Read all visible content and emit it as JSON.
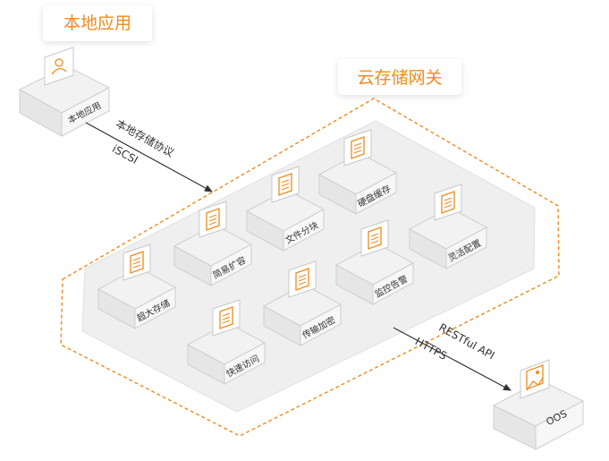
{
  "labels": {
    "local_app_title": "本地应用",
    "local_app_box": "本地应用",
    "gateway_title": "云存储网关",
    "protocol_line1": "本地存储协议",
    "protocol_line2": "iSCSI",
    "api_line1": "RESTful API",
    "api_line2": "HTTPS",
    "oos_box": "OOS"
  },
  "features": [
    "超大存储",
    "简易扩容",
    "文件分块",
    "硬盘缓存",
    "快速访问",
    "传输加密",
    "监控告警",
    "灵活配置"
  ],
  "colors": {
    "accent": "#f08a1c",
    "box_top": "#f2f2f2",
    "box_side": "#e6e6e6",
    "platform": "#efefef",
    "text": "#333333",
    "arrow": "#333333"
  },
  "icons": {
    "user": "user-icon",
    "document": "document-icon",
    "cloud_image": "image-icon"
  }
}
